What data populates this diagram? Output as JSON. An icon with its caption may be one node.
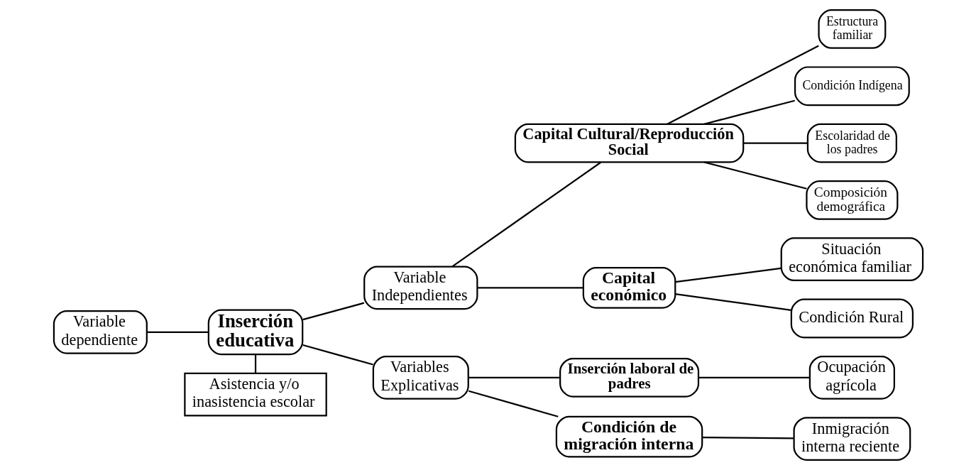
{
  "diagram": {
    "nodes": [
      {
        "text": [
          "Variable dependiente"
        ]
      },
      {
        "text": [
          "Inserción educativa"
        ]
      },
      {
        "text": [
          "Asistencia y/o inasistencia escolar"
        ]
      },
      {
        "text": [
          "Variable Independientes"
        ]
      },
      {
        "text": [
          "Variables Explicativas"
        ]
      },
      {
        "text": [
          "Capital Cultural/Reproducción Social"
        ]
      },
      {
        "text": [
          "Capital económico"
        ]
      },
      {
        "text": [
          "Inserción laboral de padres"
        ]
      },
      {
        "text": [
          "Condición de migración interna"
        ]
      },
      {
        "text": [
          "Estructura familiar"
        ]
      },
      {
        "text": [
          "Condición Indígena"
        ]
      },
      {
        "text": [
          "Escolaridad de los padres"
        ]
      },
      {
        "text": [
          "Composición demográfica"
        ]
      },
      {
        "text": [
          "Situación económica familiar"
        ]
      },
      {
        "text": [
          "Condición Rural"
        ]
      },
      {
        "text": [
          "Ocupación agrícola"
        ]
      },
      {
        "text": [
          "Inmigración interna reciente"
        ]
      }
    ],
    "edges": [
      {
        "from": 0,
        "to": 1,
        "arrow": "none"
      },
      {
        "from": 1,
        "to": 2,
        "arrow": "none"
      },
      {
        "from": 1,
        "to": 3,
        "arrow": "none"
      },
      {
        "from": 1,
        "to": 4,
        "arrow": "none"
      },
      {
        "from": 3,
        "to": 5,
        "arrow": "none"
      },
      {
        "from": 3,
        "to": 6,
        "arrow": "none"
      },
      {
        "from": 4,
        "to": 7,
        "arrow": "none"
      },
      {
        "from": 4,
        "to": 8,
        "arrow": "none"
      },
      {
        "from": 5,
        "to": 9,
        "arrow": "none"
      },
      {
        "from": 5,
        "to": 10,
        "arrow": "none"
      },
      {
        "from": 5,
        "to": 11,
        "arrow": "none"
      },
      {
        "from": 5,
        "to": 12,
        "arrow": "none"
      },
      {
        "from": 6,
        "to": 13,
        "arrow": "none"
      },
      {
        "from": 6,
        "to": 14,
        "arrow": "none"
      },
      {
        "from": 7,
        "to": 15,
        "arrow": "none"
      },
      {
        "from": 8,
        "to": 16,
        "arrow": "none"
      }
    ]
  }
}
